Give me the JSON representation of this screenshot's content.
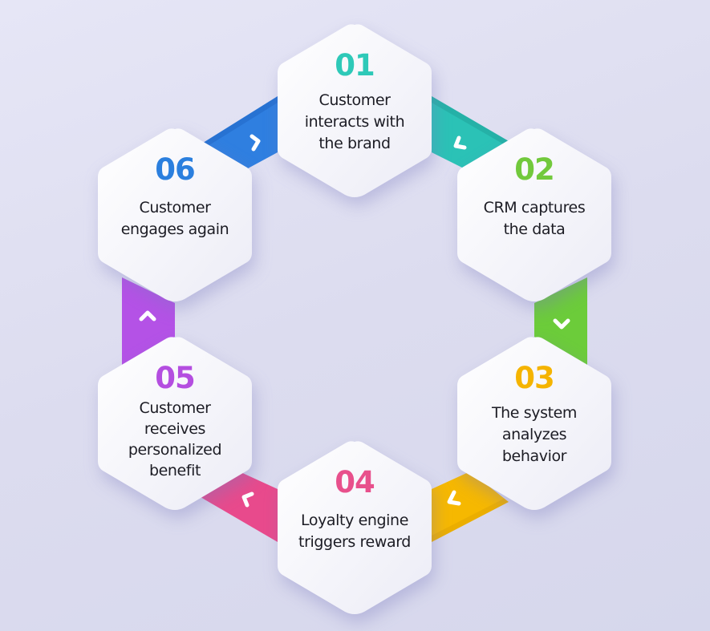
{
  "diagram": {
    "type": "cycle",
    "background": "#dedef0",
    "steps": [
      {
        "number": "01",
        "label_lines": [
          "Customer",
          "interacts with",
          "the brand"
        ],
        "color": "#2ec9b8"
      },
      {
        "number": "02",
        "label_lines": [
          "CRM captures",
          "the data"
        ],
        "color": "#72c93c"
      },
      {
        "number": "03",
        "label_lines": [
          "The system",
          "analyzes",
          "behavior"
        ],
        "color": "#f5b400"
      },
      {
        "number": "04",
        "label_lines": [
          "Loyalty engine",
          "triggers reward"
        ],
        "color": "#e8508c"
      },
      {
        "number": "05",
        "label_lines": [
          "Customer",
          "receives",
          "personalized",
          "benefit"
        ],
        "color": "#b44ee0"
      },
      {
        "number": "06",
        "label_lines": [
          "Customer",
          "engages again"
        ],
        "color": "#2b7fde"
      }
    ],
    "connectors": [
      {
        "from": "01",
        "to": "02",
        "color": "#2bc2b6",
        "icon": "chevron-icon"
      },
      {
        "from": "02",
        "to": "03",
        "color": "#6ccc3a",
        "icon": "chevron-down-icon"
      },
      {
        "from": "03",
        "to": "04",
        "color": "#f6b800",
        "icon": "chevron-icon"
      },
      {
        "from": "04",
        "to": "05",
        "color": "#e84a8c",
        "icon": "chevron-icon"
      },
      {
        "from": "05",
        "to": "06",
        "color": "#b452e6",
        "icon": "chevron-up-icon"
      },
      {
        "from": "06",
        "to": "01",
        "color": "#2f7fe0",
        "icon": "chevron-icon"
      }
    ]
  }
}
